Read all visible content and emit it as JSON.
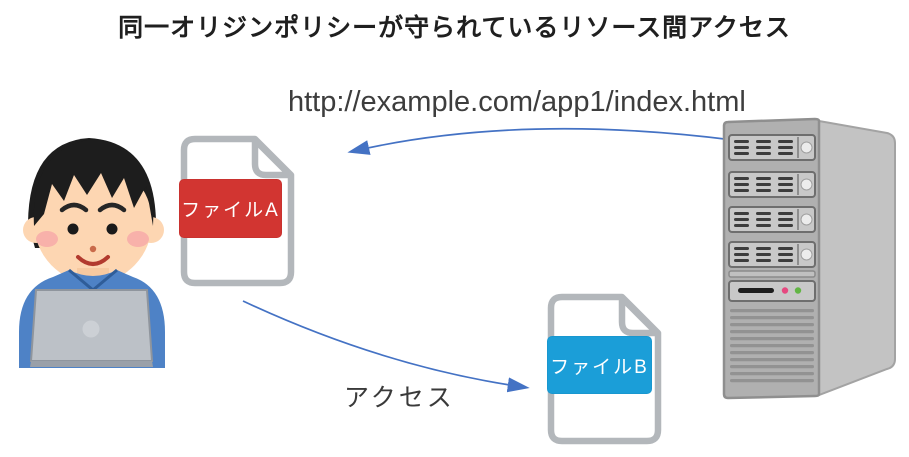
{
  "title": "同一オリジンポリシーが守られているリソース間アクセス",
  "request": {
    "url": "http://example.com/app1/index.html"
  },
  "actors": {
    "client_icon": "person-at-laptop-illustration",
    "server_icon": "server-tower-illustration"
  },
  "files": {
    "a": {
      "label": "ファイルA",
      "color": "#d23531"
    },
    "b": {
      "label": "ファイルB",
      "color": "#1b9ed8"
    }
  },
  "arrows": {
    "color": "#4472c4",
    "fetch": {
      "from": "server",
      "to": "file-a"
    },
    "access": {
      "from": "file-a",
      "to": "file-b",
      "label": "アクセス"
    }
  }
}
